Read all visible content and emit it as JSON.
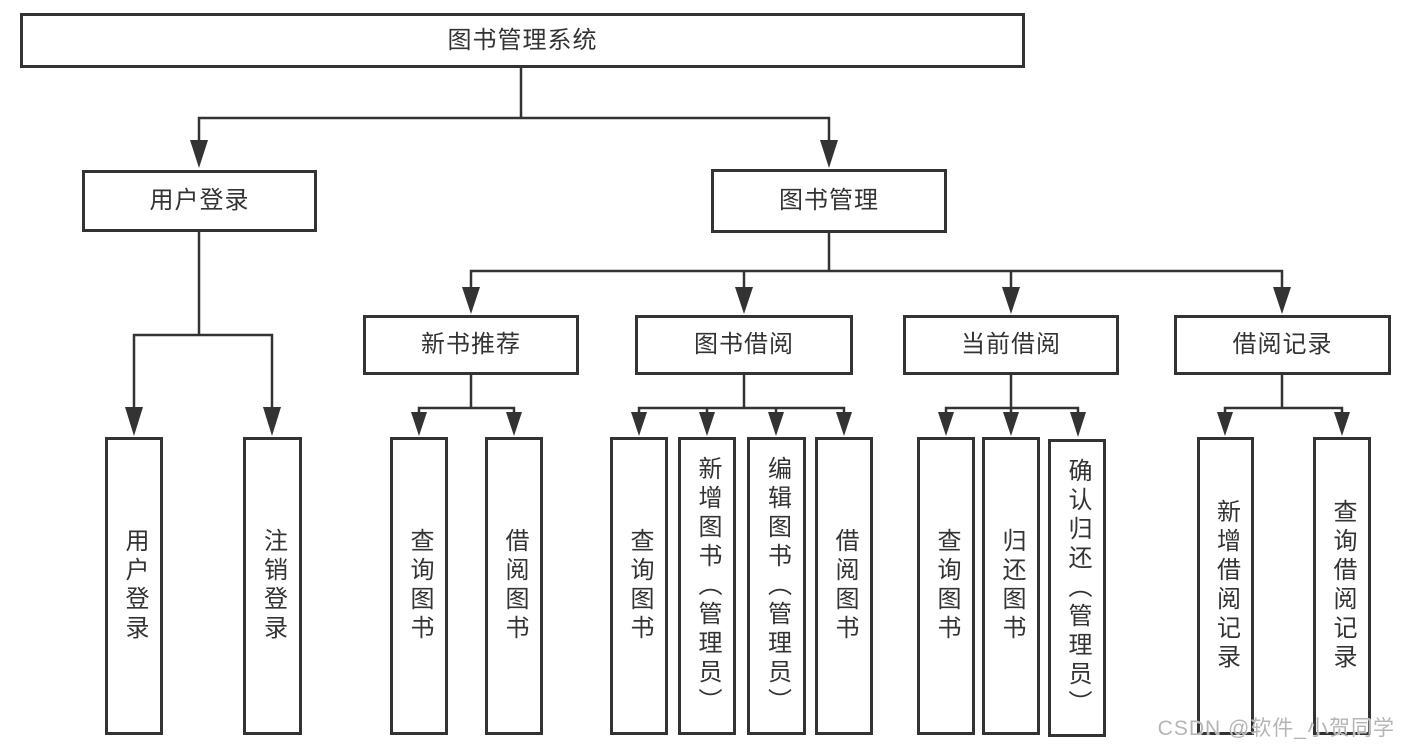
{
  "diagram": {
    "type": "tree-structure-chart",
    "title": "图书管理系统",
    "colors": {
      "line": "#333333",
      "text": "#333333",
      "background": "#ffffff",
      "watermark": "#b5b5b5"
    },
    "nodes": {
      "root": "图书管理系统",
      "user_login": "用户登录",
      "book_mgmt": "图书管理",
      "new_book_rec": "新书推荐",
      "book_borrow": "图书借阅",
      "current_borrow": "当前借阅",
      "borrow_records": "借阅记录",
      "leaf_user_login": "用户登录",
      "leaf_logout": "注销登录",
      "rec_query_books": "查询图书",
      "rec_borrow_books": "借阅图书",
      "bb_query_books": "查询图书",
      "bb_add_books": "新增图书（管理员）",
      "bb_edit_books": "编辑图书（管理员）",
      "bb_borrow_books": "借阅图书",
      "cb_query_books": "查询图书",
      "cb_return_books": "归还图书",
      "cb_confirm_return": "确认归还（管理员）",
      "br_add_record": "新增借阅记录",
      "br_query_record": "查询借阅记录"
    },
    "hierarchy": {
      "图书管理系统": [
        "用户登录",
        "图书管理"
      ],
      "用户登录": [
        "用户登录",
        "注销登录"
      ],
      "图书管理": [
        "新书推荐",
        "图书借阅",
        "当前借阅",
        "借阅记录"
      ],
      "新书推荐": [
        "查询图书",
        "借阅图书"
      ],
      "图书借阅": [
        "查询图书",
        "新增图书（管理员）",
        "编辑图书（管理员）",
        "借阅图书"
      ],
      "当前借阅": [
        "查询图书",
        "归还图书",
        "确认归还（管理员）"
      ],
      "借阅记录": [
        "新增借阅记录",
        "查询借阅记录"
      ]
    },
    "watermark": "CSDN @软件_小贺同学"
  }
}
